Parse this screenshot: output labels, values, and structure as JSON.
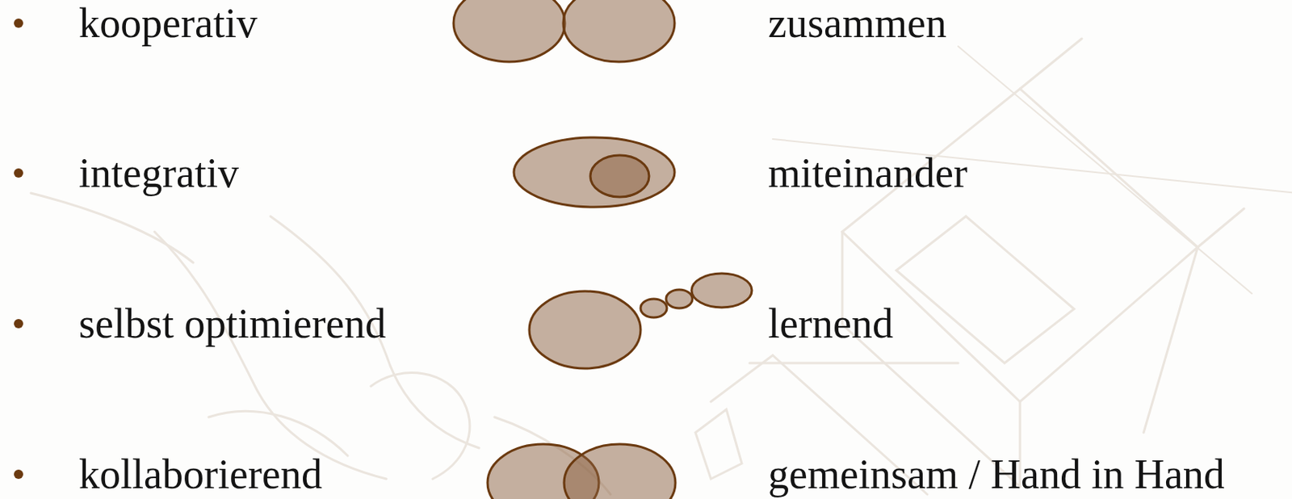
{
  "diagram": {
    "labels": [
      "kooperativ",
      "zusammen",
      "integrativ",
      "miteinander",
      "selbst optimierend",
      "lernend",
      "kollaborierend",
      "gemeinsam / Hand in Hand"
    ]
  }
}
